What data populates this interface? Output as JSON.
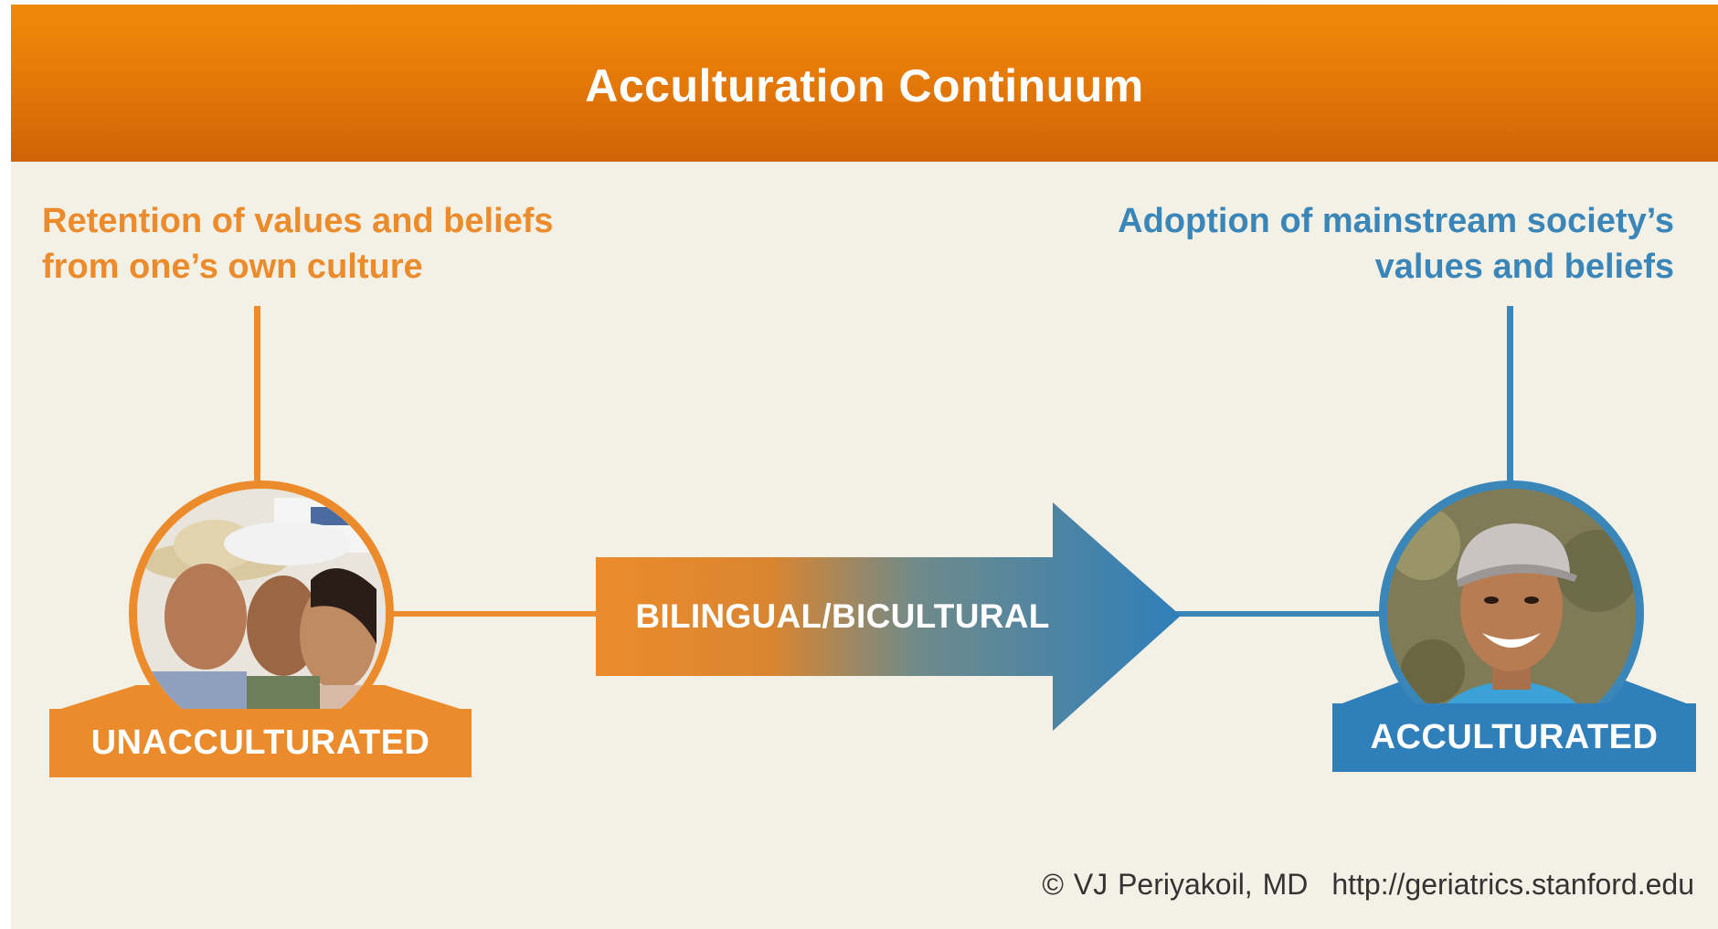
{
  "diagram": {
    "title": "Acculturation Continuum",
    "left": {
      "caption_line1": "Retention of values and beliefs",
      "caption_line2": "from one’s own culture",
      "badge": "UNACCULTURATED",
      "color": "#ec8b2c"
    },
    "right": {
      "caption_line1": "Adoption of mainstream society’s",
      "caption_line2": "values and beliefs",
      "badge": "ACCULTURATED",
      "color": "#3a86b8"
    },
    "middle": {
      "arrow_label": "BILINGUAL/BICULTURAL"
    },
    "credit": {
      "author": "© VJ Periyakoil, MD",
      "url": "http://geriatrics.stanford.edu"
    }
  }
}
